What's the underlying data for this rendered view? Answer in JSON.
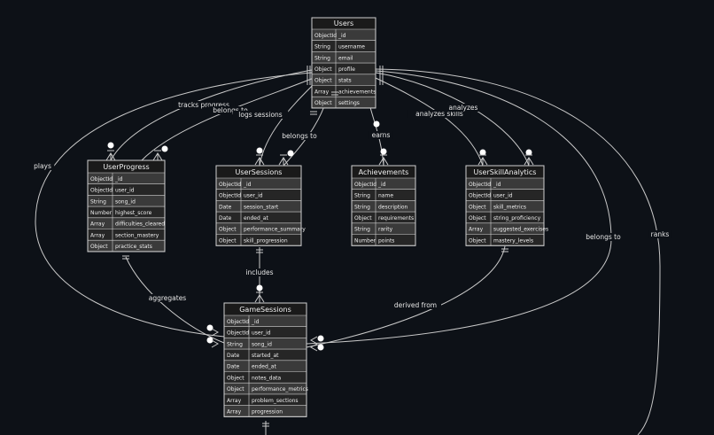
{
  "diagram": {
    "entities": [
      {
        "id": "users",
        "name": "Users",
        "attributes": [
          [
            "ObjectId",
            "_id"
          ],
          [
            "String",
            "username"
          ],
          [
            "String",
            "email"
          ],
          [
            "Object",
            "profile"
          ],
          [
            "Object",
            "stats"
          ],
          [
            "Array",
            "achievements"
          ],
          [
            "Object",
            "settings"
          ]
        ]
      },
      {
        "id": "userprogress",
        "name": "UserProgress",
        "attributes": [
          [
            "ObjectId",
            "_id"
          ],
          [
            "ObjectId",
            "user_id"
          ],
          [
            "String",
            "song_id"
          ],
          [
            "Number",
            "highest_score"
          ],
          [
            "Array",
            "difficulties_cleared"
          ],
          [
            "Array",
            "section_mastery"
          ],
          [
            "Object",
            "practice_stats"
          ]
        ]
      },
      {
        "id": "usersessions",
        "name": "UserSessions",
        "attributes": [
          [
            "ObjectId",
            "_id"
          ],
          [
            "ObjectId",
            "user_id"
          ],
          [
            "Date",
            "session_start"
          ],
          [
            "Date",
            "ended_at"
          ],
          [
            "Object",
            "performance_summary"
          ],
          [
            "Object",
            "skill_progression"
          ]
        ]
      },
      {
        "id": "achievements",
        "name": "Achievements",
        "attributes": [
          [
            "ObjectId",
            "_id"
          ],
          [
            "String",
            "name"
          ],
          [
            "String",
            "description"
          ],
          [
            "Object",
            "requirements"
          ],
          [
            "String",
            "rarity"
          ],
          [
            "Number",
            "points"
          ]
        ]
      },
      {
        "id": "userskillanalytics",
        "name": "UserSkillAnalytics",
        "attributes": [
          [
            "ObjectId",
            "_id"
          ],
          [
            "ObjectId",
            "user_id"
          ],
          [
            "Object",
            "skill_metrics"
          ],
          [
            "Object",
            "string_proficiency"
          ],
          [
            "Array",
            "suggested_exercises"
          ],
          [
            "Object",
            "mastery_levels"
          ]
        ]
      },
      {
        "id": "gamesessions",
        "name": "GameSessions",
        "attributes": [
          [
            "ObjectId",
            "_id"
          ],
          [
            "ObjectId",
            "user_id"
          ],
          [
            "String",
            "song_id"
          ],
          [
            "Date",
            "started_at"
          ],
          [
            "Date",
            "ended_at"
          ],
          [
            "Object",
            "notes_data"
          ],
          [
            "Object",
            "performance_metrics"
          ],
          [
            "Array",
            "problem_sections"
          ],
          [
            "Array",
            "progression"
          ]
        ]
      }
    ],
    "relationships": [
      {
        "id": "rel-plays",
        "label": "plays"
      },
      {
        "id": "rel-tracks-progress",
        "label": "tracks progress"
      },
      {
        "id": "rel-belongs-to-progress",
        "label": "belongs to"
      },
      {
        "id": "rel-logs-sessions",
        "label": "logs sessions"
      },
      {
        "id": "rel-belongs-to-sessions",
        "label": "belongs to"
      },
      {
        "id": "rel-earns",
        "label": "earns"
      },
      {
        "id": "rel-analyzes-skills",
        "label": "analyzes skills"
      },
      {
        "id": "rel-analyzes",
        "label": "analyzes"
      },
      {
        "id": "rel-belongs-to-game",
        "label": "belongs to"
      },
      {
        "id": "rel-ranks",
        "label": "ranks"
      },
      {
        "id": "rel-includes",
        "label": "includes"
      },
      {
        "id": "rel-aggregates",
        "label": "aggregates"
      },
      {
        "id": "rel-derived-from",
        "label": "derived from"
      }
    ]
  }
}
